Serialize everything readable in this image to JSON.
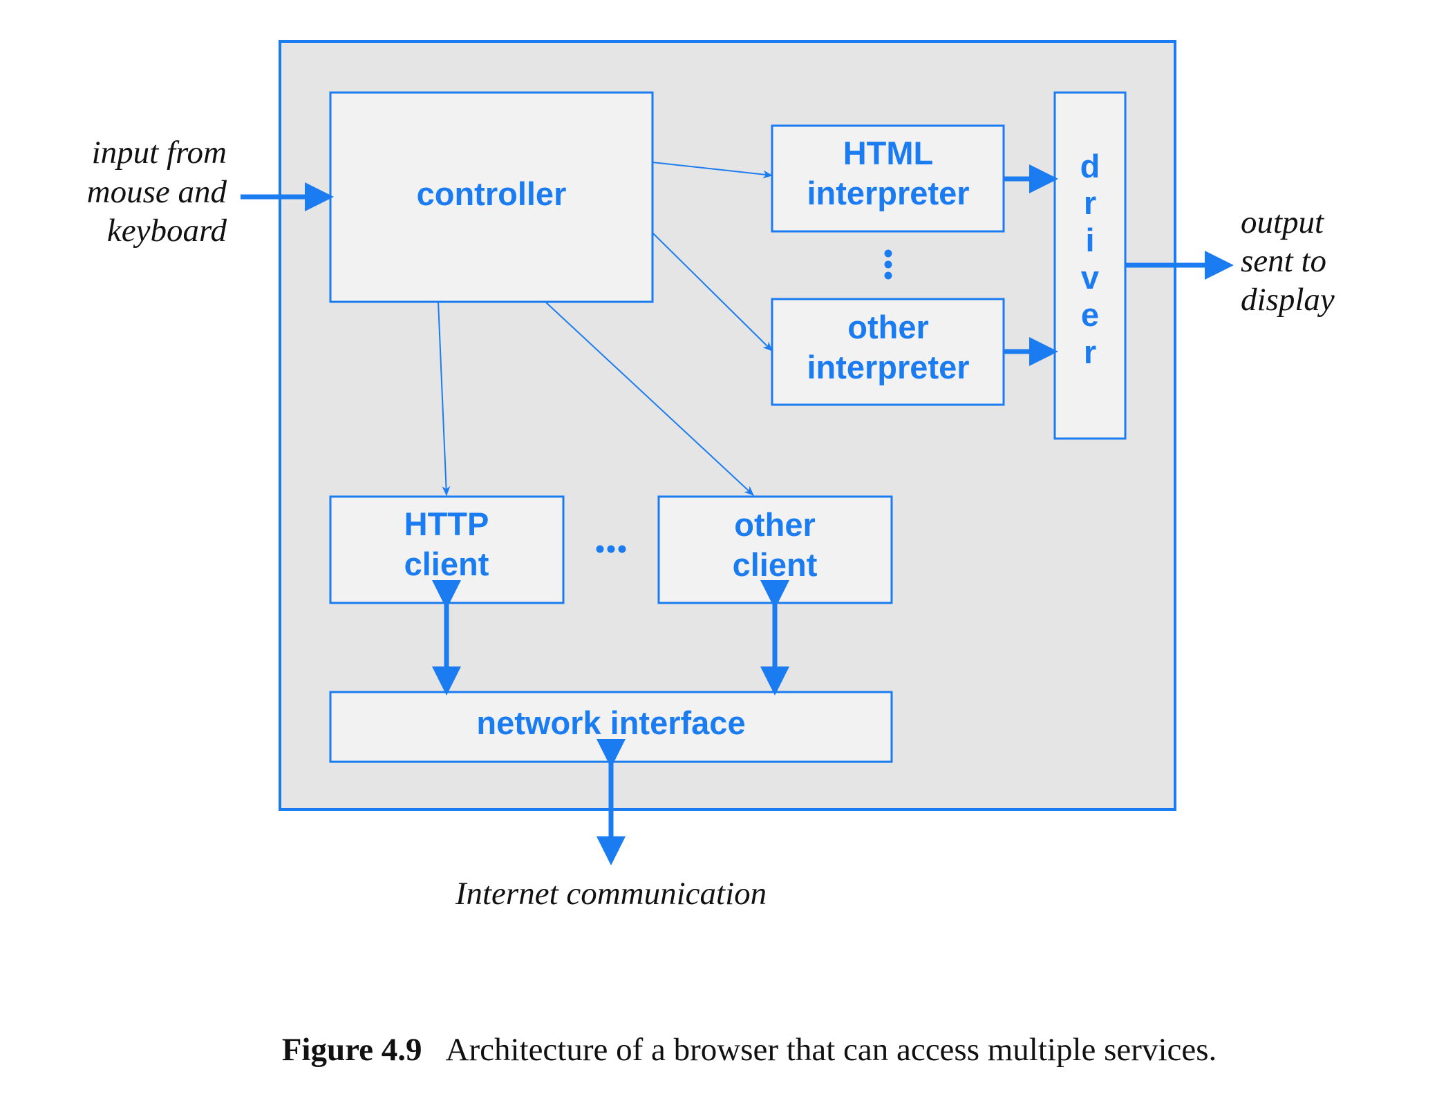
{
  "colors": {
    "accent": "#1a7cf0",
    "frame_fill": "#e5e5e5",
    "box_fill": "#f2f2f2",
    "text_dark": "#111111"
  },
  "boxes": {
    "controller": "controller",
    "html_interpreter": [
      "HTML",
      "interpreter"
    ],
    "other_interpreter": [
      "other",
      "interpreter"
    ],
    "driver": [
      "d",
      "r",
      "i",
      "v",
      "e",
      "r"
    ],
    "http_client": [
      "HTTP",
      "client"
    ],
    "other_client": [
      "other",
      "client"
    ],
    "network_interface": "network interface"
  },
  "labels": {
    "input": [
      "input from",
      "mouse and",
      "keyboard"
    ],
    "output": [
      "output",
      "sent to",
      "display"
    ],
    "internet": "Internet communication"
  },
  "caption": {
    "figure": "Figure 4.9",
    "text": "Architecture of a browser that can access multiple services."
  }
}
